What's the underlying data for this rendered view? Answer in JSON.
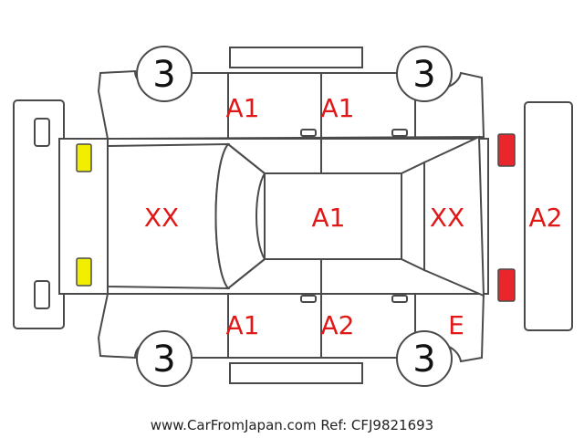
{
  "codes": {
    "rear_panel": "A2",
    "rear_glass": "XX",
    "roof": "A1",
    "front_glass": "XX",
    "upper_rear_door": "A1",
    "upper_front_door": "A1",
    "lower_rear_door": "A1",
    "lower_front_door": "A2",
    "lower_front_fender": "E"
  },
  "wheels": {
    "upper_left": "3",
    "upper_right": "3",
    "lower_left": "3",
    "lower_right": "3"
  },
  "marker_colors": {
    "front_lights": "#e8262b",
    "rear_lights": "#f2ee00"
  },
  "footer": "www.CarFromJapan.com Ref: CFJ9821693"
}
